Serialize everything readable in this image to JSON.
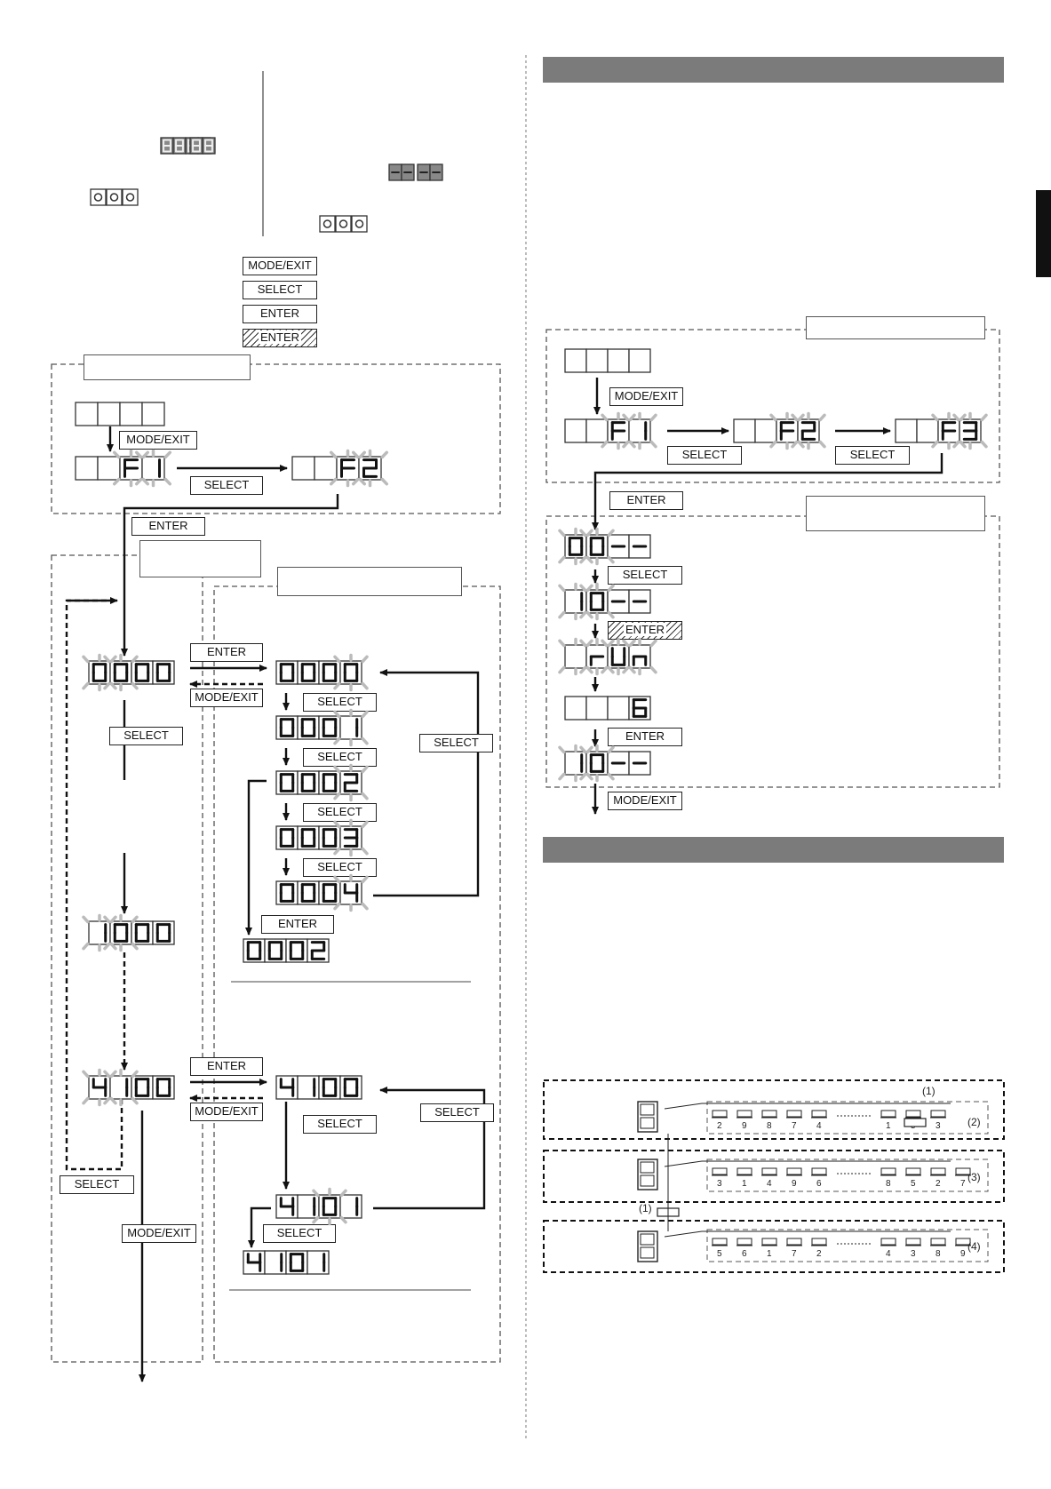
{
  "buttons": {
    "mode_exit": "MODE/EXIT",
    "select": "SELECT",
    "enter": "ENTER"
  },
  "panel_display": {
    "full": [
      "8",
      "8",
      "8",
      "8"
    ],
    "dash": [
      "-",
      "-",
      "-",
      "-"
    ]
  },
  "left_flow": {
    "func_select": {
      "start": [
        "",
        "",
        "",
        ""
      ],
      "f1": [
        "",
        "",
        "F",
        "1"
      ],
      "f2": [
        "",
        "",
        "F",
        "2"
      ]
    },
    "addr_main": [
      "0",
      "0",
      "0",
      "0"
    ],
    "addr_cycle": [
      [
        "0",
        "0",
        "0",
        "0"
      ],
      [
        "0",
        "0",
        "0",
        "1"
      ],
      [
        "0",
        "0",
        "0",
        "2"
      ],
      [
        "0",
        "0",
        "0",
        "3"
      ],
      [
        "0",
        "0",
        "0",
        "4"
      ]
    ],
    "addr_result": [
      "0",
      "0",
      "0",
      "2"
    ],
    "addr_1000": [
      "1",
      "0",
      "0",
      "0"
    ],
    "addr_4100": [
      "4",
      "1",
      "0",
      "0"
    ],
    "addr_4100_copy": [
      "4",
      "1",
      "0",
      "0"
    ],
    "addr_4101": [
      "4",
      "1",
      "0",
      "1"
    ],
    "addr_4101_result": [
      "4",
      "1",
      "0",
      "1"
    ]
  },
  "right_flow": {
    "start": [
      "",
      "",
      "",
      ""
    ],
    "f1": [
      "",
      "",
      "F",
      "1"
    ],
    "f2": [
      "",
      "",
      "F",
      "2"
    ],
    "f3": [
      "",
      "",
      "F",
      "3"
    ],
    "d00": [
      "0",
      "0",
      "-",
      "-"
    ],
    "d10": [
      "1",
      "0",
      "-",
      "-"
    ],
    "run": [
      "",
      "r",
      "U",
      "n"
    ],
    "count": [
      "",
      "",
      "",
      "6"
    ],
    "d10b": [
      "1",
      "0",
      "-",
      "-"
    ]
  },
  "wiring": {
    "callouts": [
      "(1)",
      "(2)",
      "(3)",
      "(4)",
      "(1)"
    ],
    "row1_units": [
      "2",
      "9",
      "8",
      "7",
      "4",
      "1",
      "5",
      "3"
    ],
    "row2_units": [
      "3",
      "1",
      "4",
      "9",
      "6",
      "8",
      "5",
      "2",
      "7"
    ],
    "row3_units": [
      "5",
      "6",
      "1",
      "7",
      "2",
      "4",
      "3",
      "8",
      "9"
    ]
  }
}
